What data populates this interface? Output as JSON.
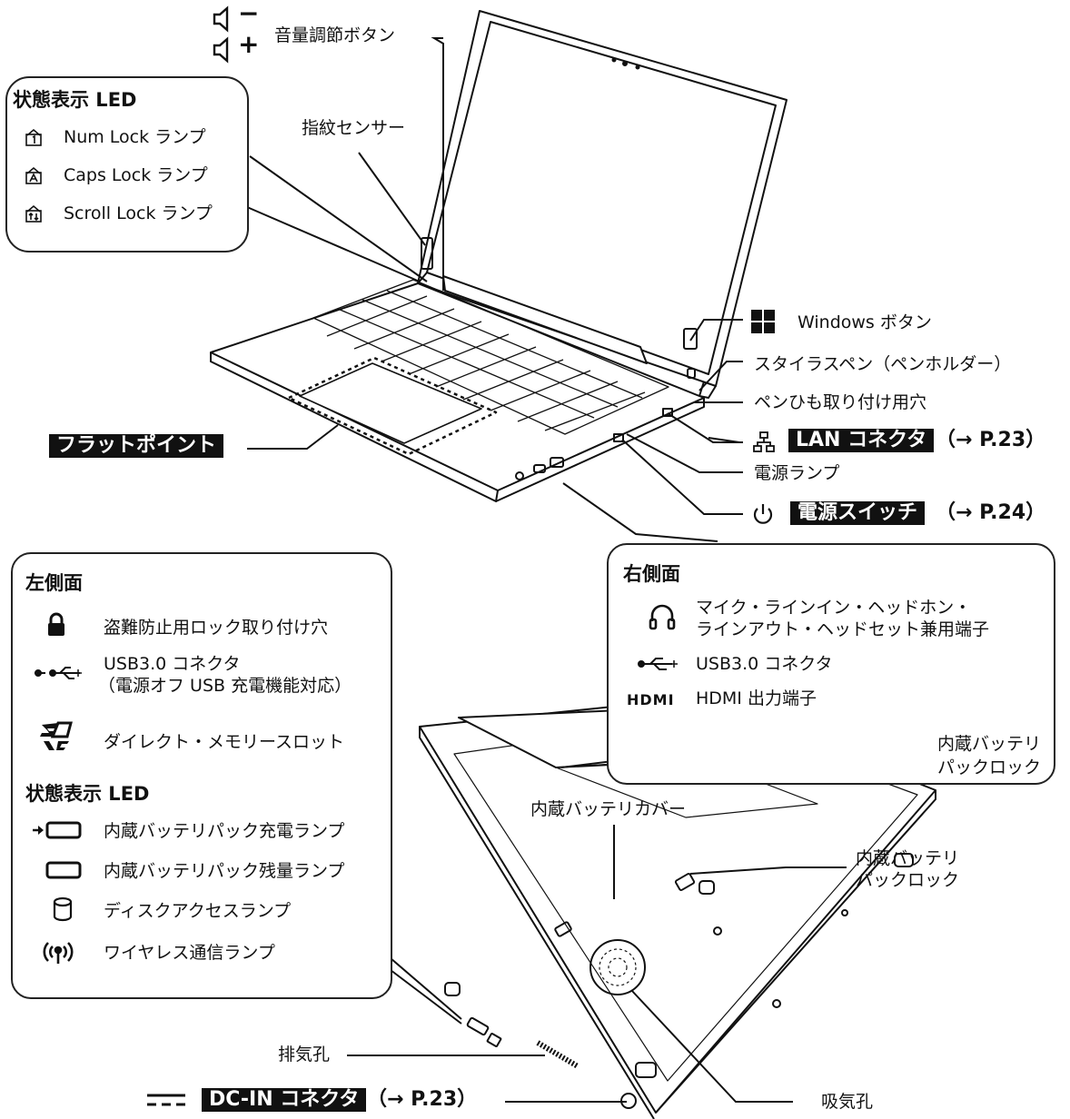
{
  "top": {
    "volume_down_label": "−",
    "volume_up_label": "+",
    "volume_button": "音量調節ボタン",
    "fingerprint": "指紋センサー",
    "windows_button": "Windows ボタン",
    "stylus": "スタイラスペン（ペンホルダー）",
    "strap_hole": "ペンひも取り付け用穴",
    "lan": "LAN コネクタ",
    "lan_ref": "（→ P.23）",
    "power_lamp": "電源ランプ",
    "power_switch": "電源スイッチ",
    "power_ref": "（→ P.24）",
    "flatpoint": "フラットポイント"
  },
  "status_led_box": {
    "title": "状態表示 LED",
    "items": [
      "Num Lock ランプ",
      "Caps Lock ランプ",
      "Scroll Lock ランプ"
    ]
  },
  "left_side_box": {
    "title": "左側面",
    "items": [
      "盗難防止用ロック取り付け穴",
      "USB3.0 コネクタ",
      "（電源オフ USB 充電機能対応）",
      "ダイレクト・メモリースロット"
    ],
    "led_title": "状態表示 LED",
    "led_items": [
      "内蔵バッテリパック充電ランプ",
      "内蔵バッテリパック残量ランプ",
      "ディスクアクセスランプ",
      "ワイヤレス通信ランプ"
    ]
  },
  "right_side_box": {
    "title": "右側面",
    "items": [
      "マイク・ラインイン・ヘッドホン・",
      "ラインアウト・ヘッドセット兼用端子",
      "USB3.0 コネクタ",
      "HDMI 出力端子"
    ],
    "hdmi_logo": "HDMI"
  },
  "bottom": {
    "battery_cover": "内蔵バッテリカバー",
    "battery_lock_1": "内蔵バッテリ",
    "battery_lock_1b": "パックロック",
    "battery_lock_2": "内蔵バッテリ",
    "battery_lock_2b": "パックロック",
    "exhaust": "排気孔",
    "dcin": "DC-IN コネクタ",
    "dcin_ref": "（→ P.23）",
    "intake": "吸気孔"
  },
  "colors": {
    "ink": "#111111",
    "label_bg": "#111111",
    "label_fg": "#ffffff"
  }
}
